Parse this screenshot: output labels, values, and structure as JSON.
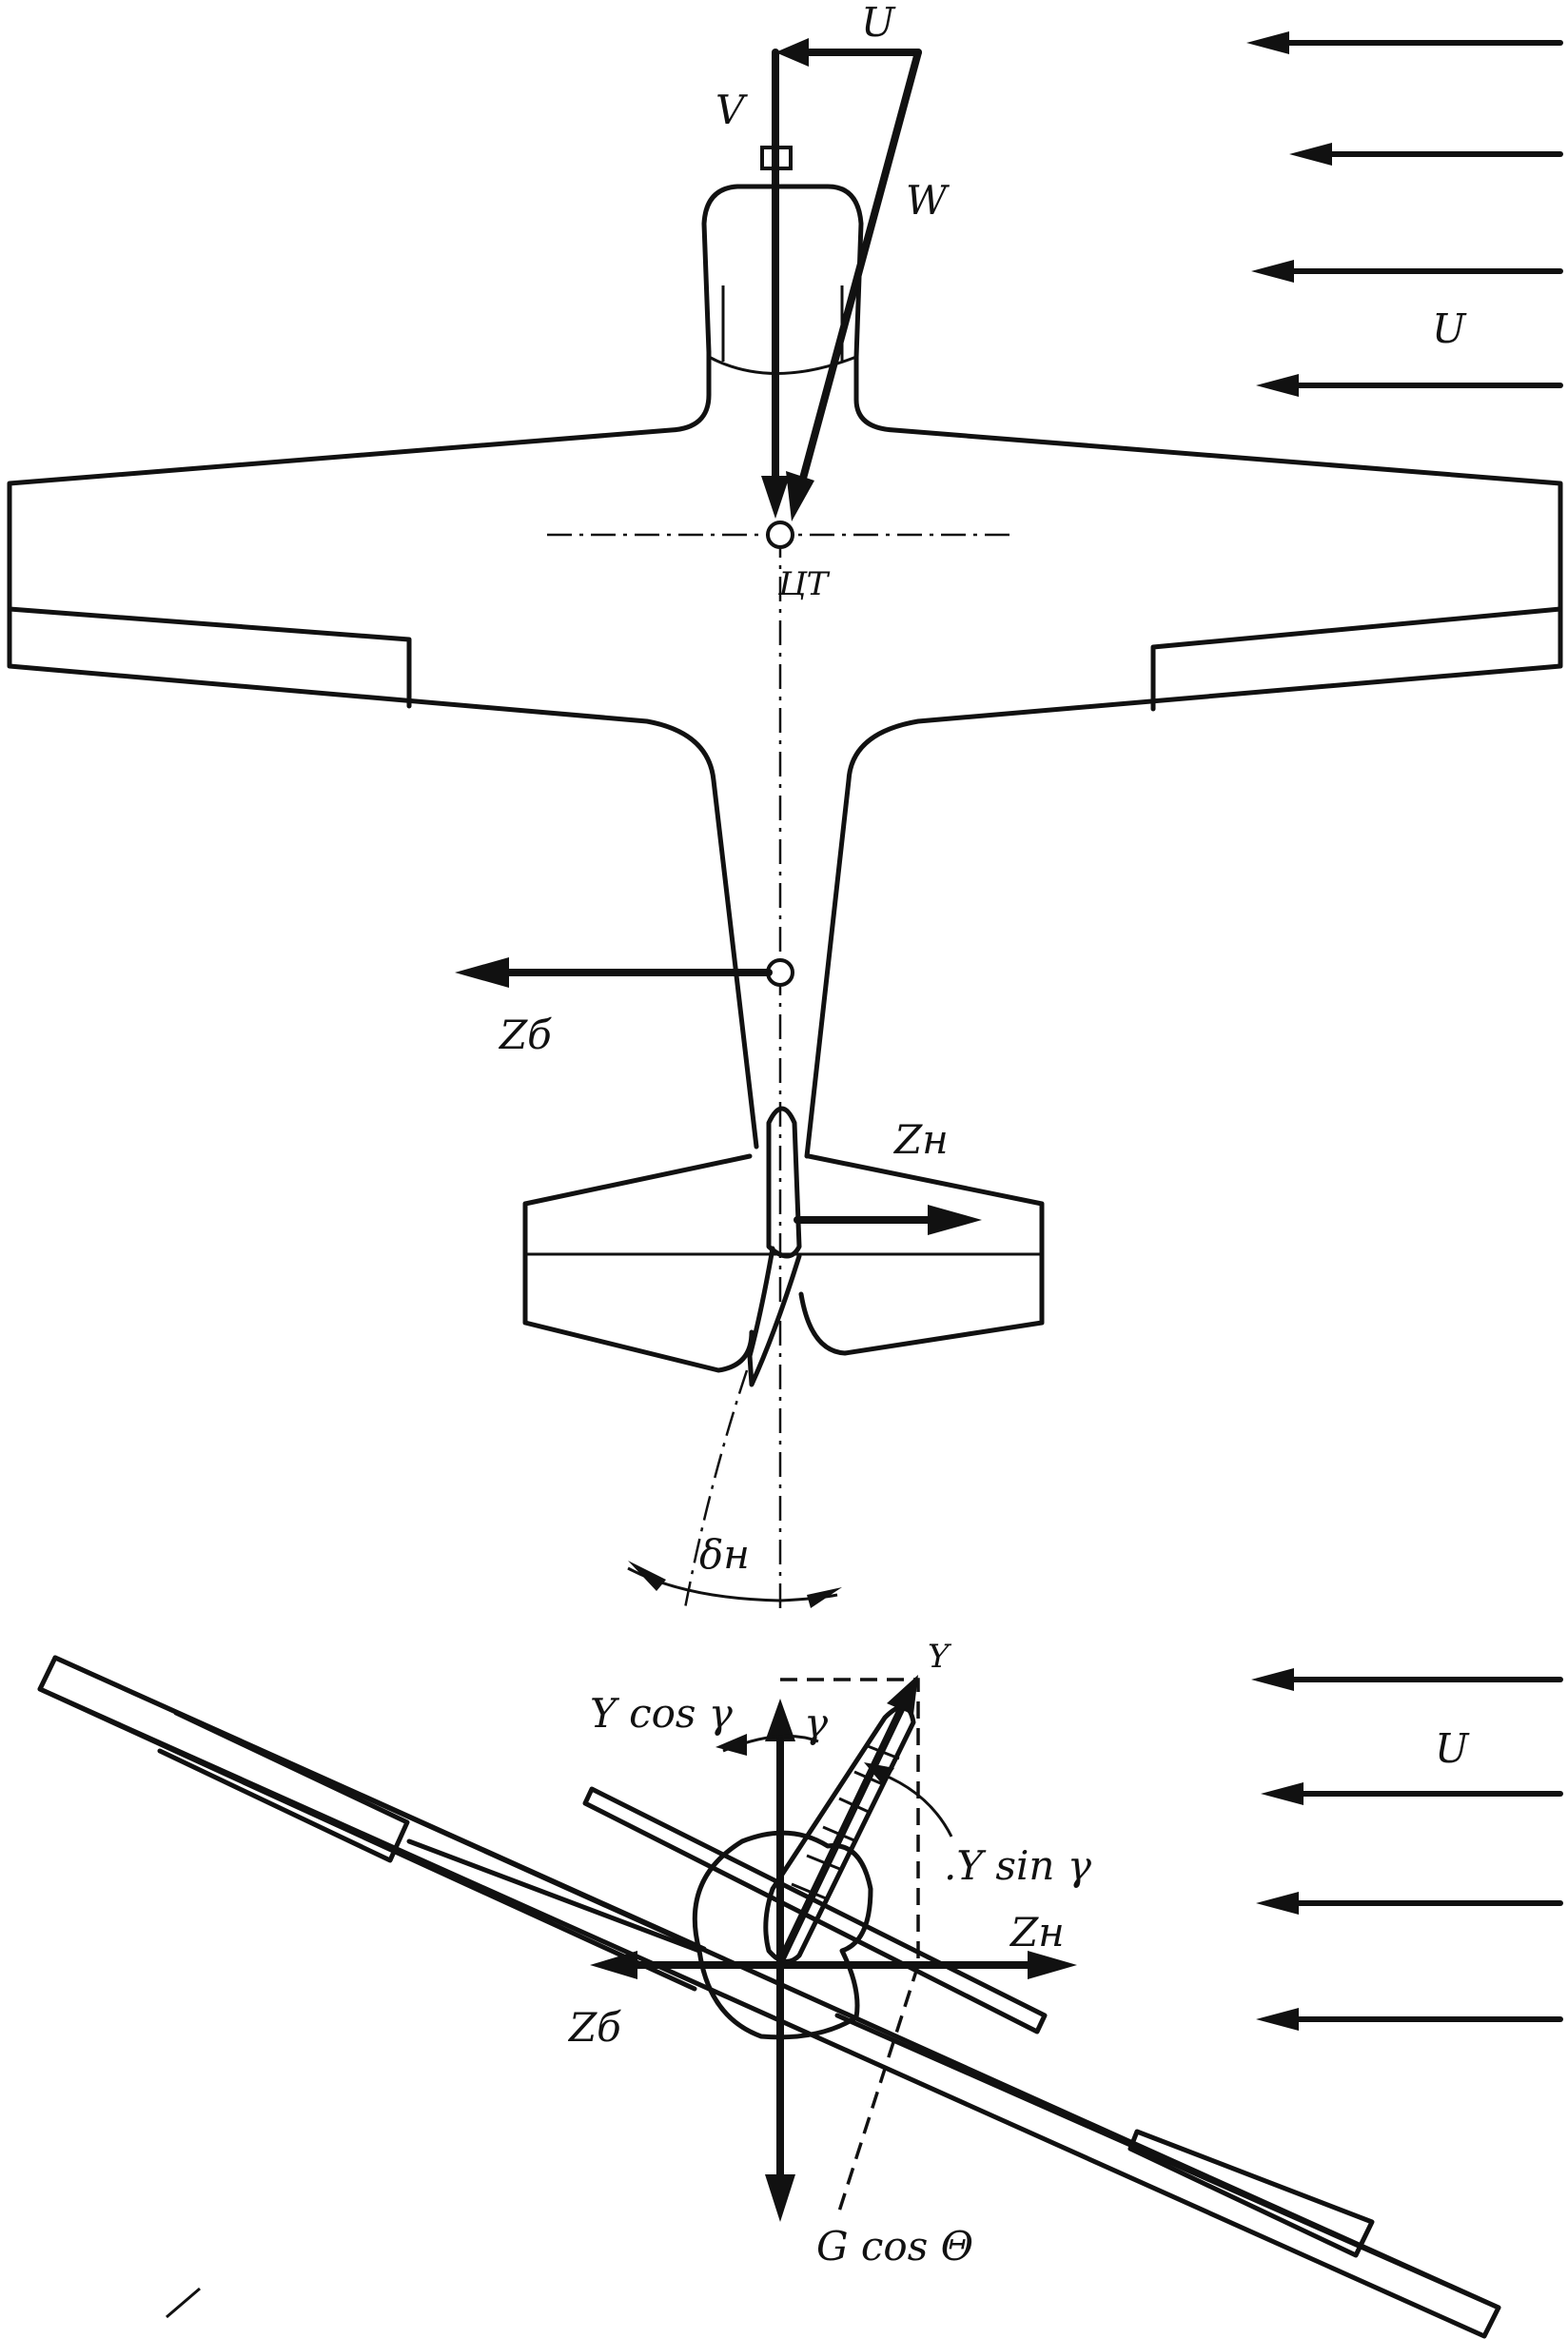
{
  "diagram": {
    "labels": {
      "u_top": "U",
      "v": "V",
      "w": "W",
      "u_flow_top": "U",
      "cg": "ЦТ",
      "z_side": "Zб",
      "z_rudder": "Zн",
      "delta_rudder": "δн",
      "lift": "Y",
      "lift_cos": "Y cos γ",
      "gamma": "γ",
      "lift_sin": ".Y sin γ",
      "u_flow_bottom": "U",
      "z_rudder_front": "Zн",
      "z_side_front": "Zб",
      "gravity": "G cos Θ"
    }
  }
}
